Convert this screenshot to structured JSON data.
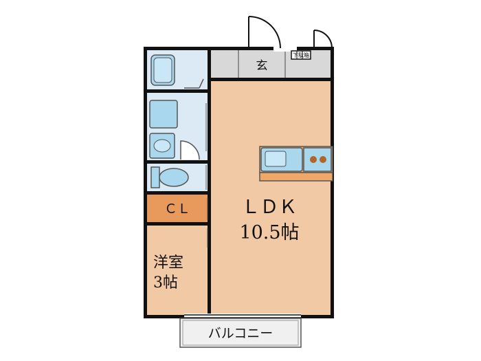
{
  "rooms": {
    "entrance": {
      "label": "玄"
    },
    "shoe_box": {
      "label": "下駄箱"
    },
    "ldk": {
      "label": "ＬＤＫ",
      "size": "10.5帖"
    },
    "closet": {
      "label": "ＣＬ"
    },
    "western": {
      "label": "洋室",
      "size": "3帖"
    },
    "balcony": {
      "label": "バルコニー"
    }
  },
  "colors": {
    "wall": "#111111",
    "ldk_floor": "#f2c9a5",
    "wet_area": "#dbeaf4",
    "fixture": "#a9d7ee",
    "entrance_floor": "#d8d8d8",
    "closet": "#e89a5c",
    "counter": "#f0a868",
    "balcony": "#f0f0f0"
  }
}
